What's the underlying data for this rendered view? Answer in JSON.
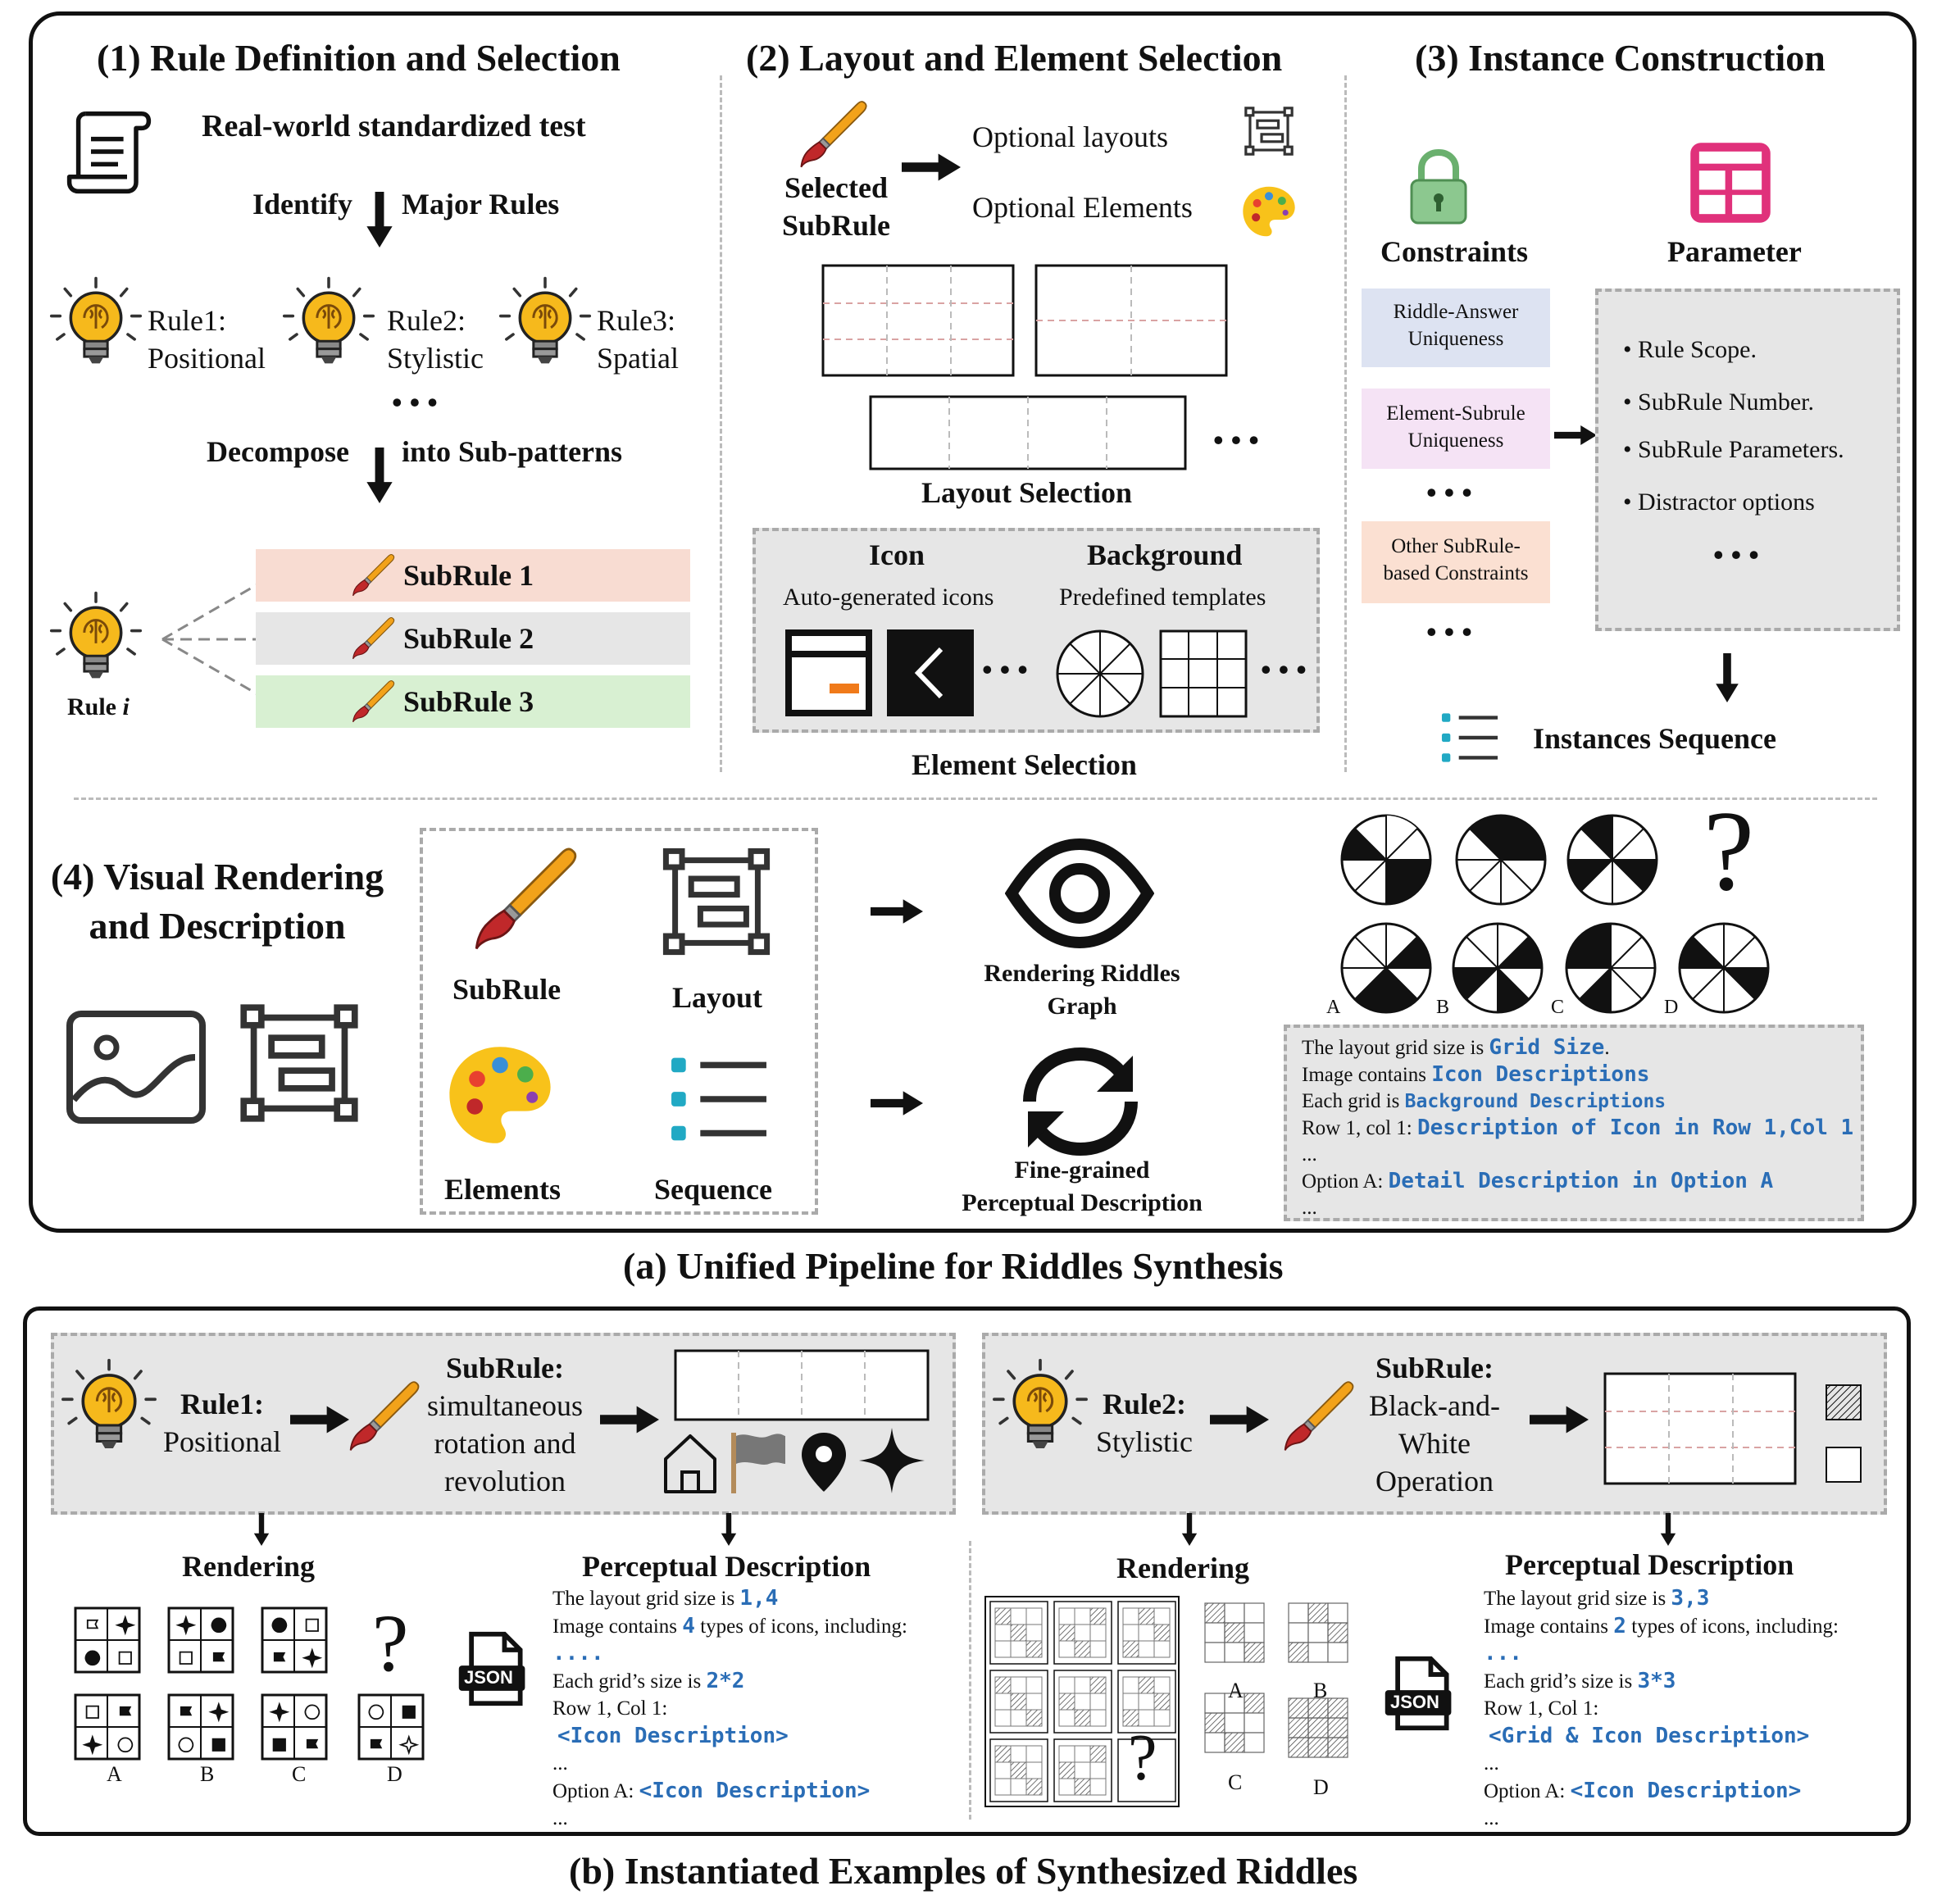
{
  "section1": {
    "title": "(1) Rule Definition and Selection",
    "source": "Real-world standardized test",
    "identify_left": "Identify",
    "identify_right": "Major Rules",
    "rules": [
      {
        "line1": "Rule1:",
        "line2": "Positional"
      },
      {
        "line1": "Rule2:",
        "line2": "Stylistic"
      },
      {
        "line1": "Rule3:",
        "line2": "Spatial"
      }
    ],
    "ellipsis": "• • •",
    "decompose_left": "Decompose",
    "decompose_right": "into Sub-patterns",
    "rule_i": "Rule",
    "rule_i_var": "i",
    "subrules": [
      {
        "label": "SubRule 1",
        "color": "#f8dcd2"
      },
      {
        "label": "SubRule 2",
        "color": "#e6e6e6"
      },
      {
        "label": "SubRule 3",
        "color": "#d8f0d2"
      }
    ]
  },
  "section2": {
    "title": "(2) Layout and Element Selection",
    "selected": "Selected",
    "subrule": "SubRule",
    "optional_layouts": "Optional layouts",
    "optional_elements": "Optional  Elements",
    "layout_ellipsis": "• • •",
    "layout_selection": "Layout Selection",
    "icon_header": "Icon",
    "icon_sub": "Auto-generated icons",
    "bg_header": "Background",
    "bg_sub": "Predefined templates",
    "icon_ellipsis": "• • •",
    "bg_ellipsis": "• • •",
    "element_selection": "Element Selection"
  },
  "section3": {
    "title": "(3) Instance Construction",
    "constraints": "Constraints",
    "parameter": "Parameter",
    "constraint_boxes": [
      {
        "line1": "Riddle-Answer",
        "line2": "Uniqueness",
        "color": "#dde3f2"
      },
      {
        "line1": "Element-Subrule",
        "line2": "Uniqueness",
        "color": "#f5e3f5"
      },
      {
        "line1": "Other SubRule-",
        "line2": "based  Constraints",
        "color": "#fbe0d2"
      }
    ],
    "constraint_ellipsis": "• • •",
    "constraint_ellipsis2": "• • •",
    "params": [
      "• Rule Scope.",
      "• SubRule Number.",
      "• SubRule Parameters.",
      "• Distractor options"
    ],
    "param_ellipsis": "• • •",
    "instances_sequence": "Instances Sequence"
  },
  "section4": {
    "title_line1": "(4) Visual Rendering",
    "title_line2": "and Description",
    "subrule": "SubRule",
    "layout": "Layout",
    "elements": "Elements",
    "sequence": "Sequence",
    "render_line1": "Rendering Riddles",
    "render_line2": "Graph",
    "fine_line1": "Fine-grained",
    "fine_line2": "Perceptual Description",
    "question_mark": "?",
    "options": [
      "A",
      "B",
      "C",
      "D"
    ],
    "desc": {
      "l1_text": "The layout grid size is ",
      "l1_code": "Grid Size",
      "l1_end": ".",
      "l2_text": "Image contains ",
      "l2_code": "Icon Descriptions",
      "l3_text": "Each grid is ",
      "l3_code": "Background Descriptions",
      "l4_text": "Row 1, col 1: ",
      "l4_code": "Description of Icon in Row 1,Col 1",
      "l5": "...",
      "l6_text": "Option A: ",
      "l6_code": "Detail Description in Option A",
      "l7": "..."
    }
  },
  "caption_a": "(a)  Unified Pipeline for Riddles Synthesis",
  "example1": {
    "rule_line1": "Rule1:",
    "rule_line2": "Positional",
    "subrule_title": "SubRule:",
    "subrule_lines": [
      "simultaneous",
      "rotation and",
      "revolution"
    ],
    "rendering": "Rendering",
    "perceptual": "Perceptual Description",
    "json": "JSON",
    "question_mark": "?",
    "options": [
      "A",
      "B",
      "C",
      "D"
    ],
    "desc": {
      "l1_text": "The layout grid size is ",
      "l1_code": "1,4",
      "l2_text": "Image contains ",
      "l2_code": "4",
      "l2_end": " types of icons, including:",
      "l3_code": "....",
      "l4_text": "Each grid’s size is ",
      "l4_code": "2*2",
      "l5": "Row 1, Col 1:",
      "l6_code": "<Icon Description>",
      "l7": "...",
      "l8_text": "Option A: ",
      "l8_code": "<Icon Description>",
      "l9": "..."
    }
  },
  "example2": {
    "rule_line1": "Rule2:",
    "rule_line2": "Stylistic",
    "subrule_title": "SubRule:",
    "subrule_lines": [
      "Black-and-",
      "White",
      "Operation"
    ],
    "rendering": "Rendering",
    "perceptual": "Perceptual Description",
    "json": "JSON",
    "question_mark": "?",
    "options": [
      "A",
      "B",
      "C",
      "D"
    ],
    "desc": {
      "l1_text": "The layout grid size is ",
      "l1_code": "3,3",
      "l2_text": "Image contains ",
      "l2_code": "2",
      "l2_end": " types of icons, including:",
      "l3_code": "...",
      "l4_text": "Each grid’s size is ",
      "l4_code": "3*3",
      "l5": "Row 1, Col 1:",
      "l6_code": "<Grid & Icon Description>",
      "l7": "...",
      "l8_text": "Option A: ",
      "l8_code": "<Icon Description>",
      "l9": "..."
    }
  },
  "caption_b": "(b)  Instantiated Examples of  Synthesized Riddles",
  "colors": {
    "bulb": "#f6b91c",
    "brush_handle": "#f2a21a",
    "lock": "#6ab06e",
    "param_icon": "#e0317b",
    "sequence_dot": "#21a9c4",
    "code_blue": "#2a6db6",
    "orange_bar": "#f07a1a"
  }
}
